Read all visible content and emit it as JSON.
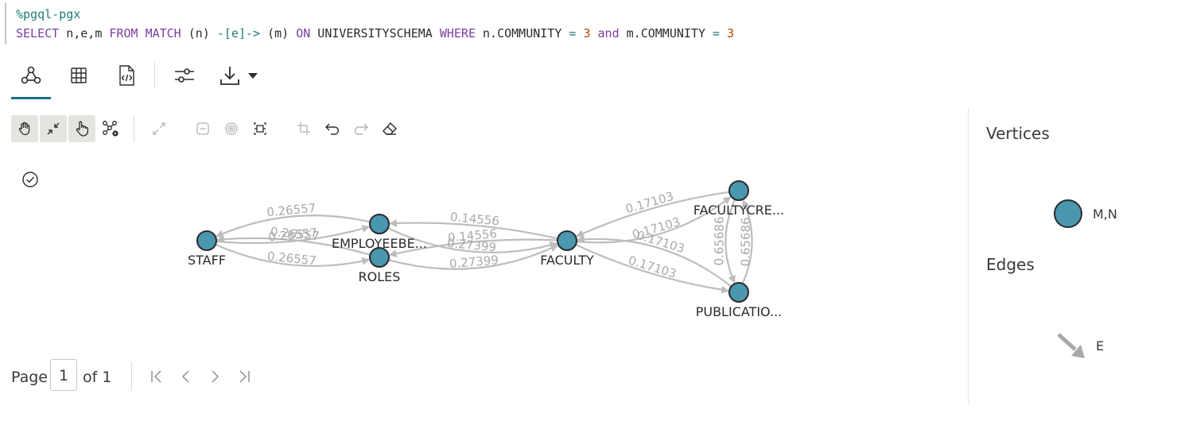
{
  "query": {
    "magic": "%pgql-pgx",
    "tokens": [
      {
        "text": "SELECT",
        "cls": "c-kw"
      },
      {
        "text": " n,e,m ",
        "cls": "c-txt"
      },
      {
        "text": "FROM",
        "cls": "c-kw"
      },
      {
        "text": " ",
        "cls": "c-txt"
      },
      {
        "text": "MATCH",
        "cls": "c-kw"
      },
      {
        "text": " (n) ",
        "cls": "c-txt"
      },
      {
        "text": "-[e]->",
        "cls": "c-op"
      },
      {
        "text": " (m) ",
        "cls": "c-txt"
      },
      {
        "text": "ON",
        "cls": "c-kw"
      },
      {
        "text": " UNIVERSITYSCHEMA ",
        "cls": "c-txt"
      },
      {
        "text": "WHERE",
        "cls": "c-kw"
      },
      {
        "text": " n.COMMUNITY ",
        "cls": "c-txt"
      },
      {
        "text": "=",
        "cls": "c-op"
      },
      {
        "text": " ",
        "cls": "c-txt"
      },
      {
        "text": "3",
        "cls": "c-num"
      },
      {
        "text": " ",
        "cls": "c-txt"
      },
      {
        "text": "and",
        "cls": "c-kw"
      },
      {
        "text": " m.COMMUNITY ",
        "cls": "c-txt"
      },
      {
        "text": "=",
        "cls": "c-op"
      },
      {
        "text": " ",
        "cls": "c-txt"
      },
      {
        "text": "3",
        "cls": "c-num"
      }
    ]
  },
  "view_tabs": [
    {
      "name": "graph-view-tab",
      "icon": "graph-icon",
      "active": true
    },
    {
      "name": "table-view-tab",
      "icon": "table-icon",
      "active": false
    },
    {
      "name": "json-view-tab",
      "icon": "code-file-icon",
      "active": false
    }
  ],
  "view_actions": [
    {
      "name": "settings-button",
      "icon": "sliders-icon"
    },
    {
      "name": "download-button",
      "icon": "download-icon"
    }
  ],
  "graph_tools": [
    {
      "name": "pan-tool",
      "icon": "hand-icon",
      "active": true,
      "enabled": true
    },
    {
      "name": "fit-to-screen-tool",
      "icon": "collapse-icon",
      "active": false,
      "enabled": true
    },
    {
      "name": "select-tool",
      "icon": "pointer-hand-icon",
      "active": true,
      "enabled": true
    },
    {
      "name": "expand-tool",
      "icon": "graph-expand-icon",
      "active": false,
      "enabled": true
    },
    {
      "name": "maximize-tool",
      "icon": "expand-icon",
      "active": false,
      "enabled": false
    },
    {
      "name": "drop-tool",
      "icon": "minus-box-icon",
      "active": false,
      "enabled": false
    },
    {
      "name": "focus-tool",
      "icon": "target-icon",
      "active": false,
      "enabled": false
    },
    {
      "name": "group-tool",
      "icon": "group-box-icon",
      "active": false,
      "enabled": true
    },
    {
      "name": "ungroup-tool",
      "icon": "ungroup-icon",
      "active": false,
      "enabled": false
    },
    {
      "name": "undo-tool",
      "icon": "undo-icon",
      "active": false,
      "enabled": true
    },
    {
      "name": "redo-tool",
      "icon": "redo-icon",
      "active": false,
      "enabled": false
    },
    {
      "name": "reset-tool",
      "icon": "eraser-icon",
      "active": false,
      "enabled": true
    }
  ],
  "graph": {
    "nodes": [
      {
        "id": "staff",
        "label": "STAFF"
      },
      {
        "id": "employee",
        "label": "EMPLOYEEBE..."
      },
      {
        "id": "roles",
        "label": "ROLES"
      },
      {
        "id": "faculty",
        "label": "FACULTY"
      },
      {
        "id": "facultycre",
        "label": "FACULTYCRE..."
      },
      {
        "id": "publication",
        "label": "PUBLICATIO..."
      }
    ],
    "edges": [
      {
        "from": "employee",
        "to": "staff",
        "label": "0.26557"
      },
      {
        "from": "roles",
        "to": "staff",
        "label": "0.26557"
      },
      {
        "from": "staff",
        "to": "employee",
        "label": "0.26557"
      },
      {
        "from": "staff",
        "to": "roles",
        "label": "0.26557"
      },
      {
        "from": "employee",
        "to": "faculty",
        "label": "0.27399"
      },
      {
        "from": "faculty",
        "to": "employee",
        "label": "0.14556"
      },
      {
        "from": "faculty",
        "to": "roles",
        "label": "0.14556"
      },
      {
        "from": "roles",
        "to": "faculty",
        "label": "0.27399"
      },
      {
        "from": "faculty",
        "to": "facultycre",
        "label": "0.17103"
      },
      {
        "from": "facultycre",
        "to": "faculty",
        "label": "0.17103"
      },
      {
        "from": "faculty",
        "to": "publication",
        "label": "0.17103"
      },
      {
        "from": "publication",
        "to": "faculty",
        "label": "0.17103"
      },
      {
        "from": "facultycre",
        "to": "publication",
        "label": "0.65686"
      },
      {
        "from": "publication",
        "to": "facultycre",
        "label": "0.65686"
      }
    ]
  },
  "pagination": {
    "page_label": "Page",
    "current": "1",
    "of_label": "of 1"
  },
  "legend": {
    "vertices_title": "Vertices",
    "vertex_label": "M,N",
    "edges_title": "Edges",
    "edge_label": "E"
  },
  "colors": {
    "node_fill": "#4a97b0",
    "edge": "#bdbdbd",
    "accent": "#1f6f8b"
  }
}
